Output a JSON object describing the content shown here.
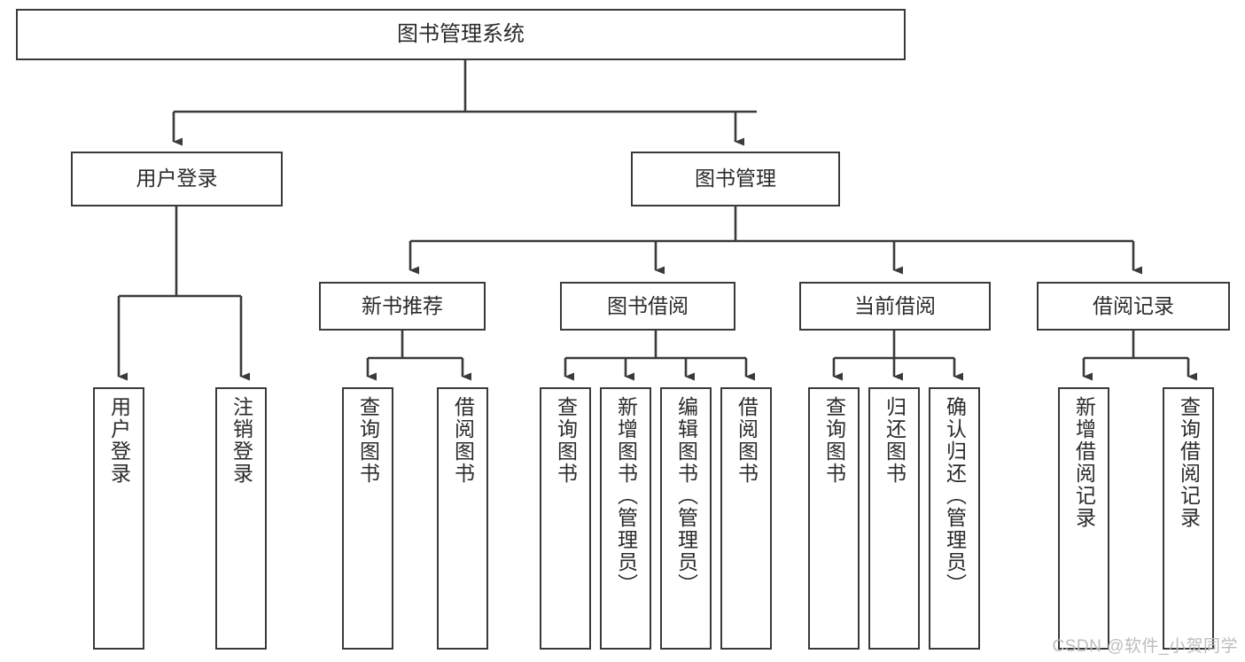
{
  "diagram": {
    "title": "图书管理系统",
    "type": "tree-hierarchy-diagram",
    "colors": {
      "box_border": "#3a3a3a",
      "box_fill": "#ffffff",
      "connector": "#3a3a3a",
      "text": "#2b2b2b",
      "watermark": "#bdbdbd",
      "background": "#ffffff"
    },
    "root": {
      "label": "图书管理系统"
    },
    "level2": [
      {
        "label": "用户登录"
      },
      {
        "label": "图书管理"
      }
    ],
    "level3": [
      {
        "label": "新书推荐"
      },
      {
        "label": "图书借阅"
      },
      {
        "label": "当前借阅"
      },
      {
        "label": "借阅记录"
      }
    ],
    "leaves": {
      "user_login": [
        {
          "label": "用户登录"
        },
        {
          "label": "注销登录"
        }
      ],
      "new_book_recommend": [
        {
          "label": "查询图书"
        },
        {
          "label": "借阅图书"
        }
      ],
      "book_borrow": [
        {
          "label": "查询图书"
        },
        {
          "label": "新增图书（管理员）"
        },
        {
          "label": "编辑图书（管理员）"
        },
        {
          "label": "借阅图书"
        }
      ],
      "current_borrow": [
        {
          "label": "查询图书"
        },
        {
          "label": "归还图书"
        },
        {
          "label": "确认归还（管理员）"
        }
      ],
      "borrow_record": [
        {
          "label": "新增借阅记录"
        },
        {
          "label": "查询借阅记录"
        }
      ]
    }
  },
  "watermark": {
    "text": "CSDN @软件_小贺同学"
  }
}
